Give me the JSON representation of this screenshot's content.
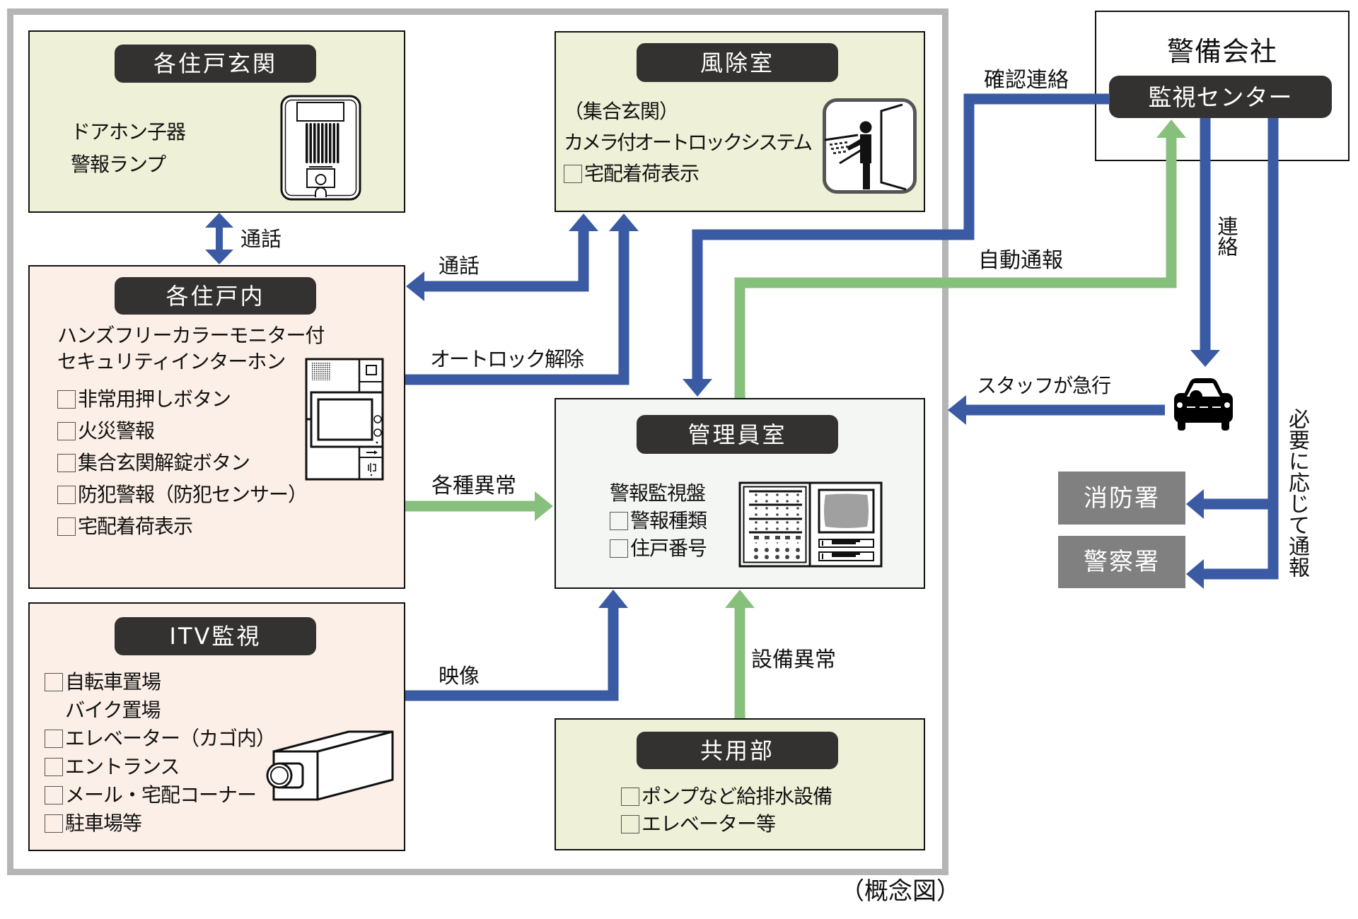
{
  "diagram": {
    "caption": "（概念図）"
  },
  "building": {
    "entrance": {
      "title": "各住戸玄関",
      "lines": [
        "ドアホン子器",
        "警報ランプ"
      ],
      "icon": "door-phone-icon"
    },
    "windbreak": {
      "title": "風除室",
      "lines": [
        "（集合玄関）",
        "カメラ付オートロックシステム"
      ],
      "checklist": [
        "宅配着荷表示"
      ],
      "icon": "autolock-panel-icon"
    },
    "interior": {
      "title": "各住戸内",
      "lines": [
        "ハンズフリーカラーモニター付",
        "セキュリティインターホン"
      ],
      "checklist": [
        "非常用押しボタン",
        "火災警報",
        "集合玄関解錠ボタン",
        "防犯警報（防犯センサー）",
        "宅配着荷表示"
      ],
      "icon": "intercom-monitor-icon"
    },
    "manager_room": {
      "title": "管理員室",
      "lines": [
        "警報監視盤"
      ],
      "checklist": [
        "警報種類",
        "住戸番号"
      ],
      "icon": "alarm-monitor-panel-icon"
    },
    "itv": {
      "title": "ITV監視",
      "items": [
        {
          "label": "自転車置場",
          "bullet": true
        },
        {
          "label": "バイク置場",
          "bullet": false
        },
        {
          "label": "エレベーター（カゴ内）",
          "bullet": true
        },
        {
          "label": "エントランス",
          "bullet": true
        },
        {
          "label": "メール・宅配コーナー",
          "bullet": true
        },
        {
          "label": "駐車場等",
          "bullet": true
        }
      ],
      "icon": "security-camera-icon"
    },
    "common_area": {
      "title": "共用部",
      "checklist": [
        "ポンプなど給排水設備",
        "エレベーター等"
      ]
    }
  },
  "security_company": {
    "title": "警備会社",
    "center": "監視センター",
    "vehicle_icon": "car-icon"
  },
  "agencies": [
    {
      "label": "消防署"
    },
    {
      "label": "警察署"
    }
  ],
  "flows": {
    "entrance_interior_call": "通話",
    "windbreak_interior_call": "通話",
    "autolock_release": "オートロック解除",
    "interior_alarms": "各種異常",
    "itv_video": "映像",
    "equipment_alarm": "設備異常",
    "confirmation_contact": "確認連絡",
    "auto_report": "自動通報",
    "dispatch_contact": "連絡",
    "staff_dispatch": "スタッフが急行",
    "report_as_needed": "必要に応じて通報"
  },
  "colors": {
    "communication_line": "#3a5aa3",
    "alarm_line": "#87c07c",
    "header_pill": "#333230",
    "agency_box": "#808080",
    "building_frame": "#b5b5b5",
    "entrance_fill": "#eef1d7",
    "interior_fill": "#fcefe7",
    "manager_fill": "#f4f6f4"
  }
}
